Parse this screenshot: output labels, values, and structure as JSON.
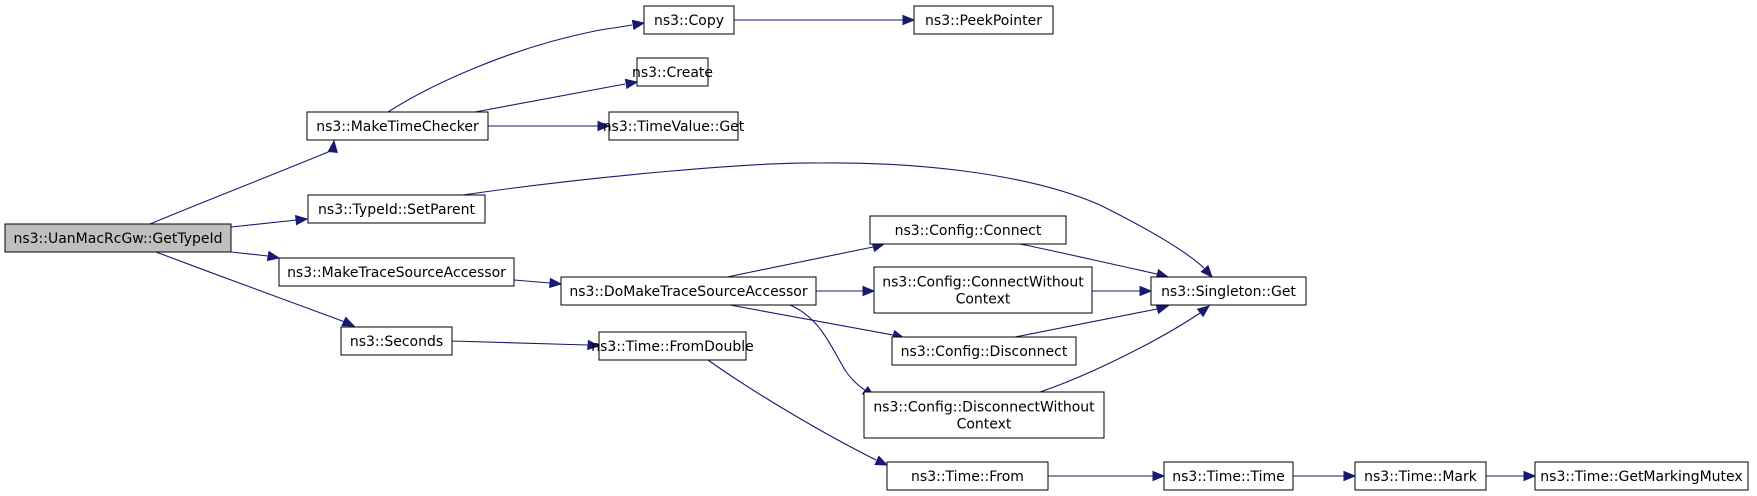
{
  "diagram": {
    "type": "call-graph",
    "nodes": [
      {
        "id": "n0",
        "lines": [
          "ns3::UanMacRcGw::GetTypeId"
        ],
        "root": true
      },
      {
        "id": "n1",
        "lines": [
          "ns3::MakeTimeChecker"
        ]
      },
      {
        "id": "n2",
        "lines": [
          "ns3::TypeId::SetParent"
        ]
      },
      {
        "id": "n3",
        "lines": [
          "ns3::MakeTraceSourceAccessor"
        ]
      },
      {
        "id": "n4",
        "lines": [
          "ns3::Seconds"
        ]
      },
      {
        "id": "n5",
        "lines": [
          "ns3::Copy"
        ]
      },
      {
        "id": "n6",
        "lines": [
          "ns3::Create"
        ]
      },
      {
        "id": "n7",
        "lines": [
          "ns3::TimeValue::Get"
        ]
      },
      {
        "id": "n8",
        "lines": [
          "ns3::PeekPointer"
        ]
      },
      {
        "id": "n9",
        "lines": [
          "ns3::Singleton::Get"
        ]
      },
      {
        "id": "n10",
        "lines": [
          "ns3::DoMakeTraceSourceAccessor"
        ]
      },
      {
        "id": "n11",
        "lines": [
          "ns3::Config::Connect"
        ]
      },
      {
        "id": "n12",
        "lines": [
          "ns3::Config::ConnectWithout",
          "Context"
        ]
      },
      {
        "id": "n13",
        "lines": [
          "ns3::Config::Disconnect"
        ]
      },
      {
        "id": "n14",
        "lines": [
          "ns3::Config::DisconnectWithout",
          "Context"
        ]
      },
      {
        "id": "n15",
        "lines": [
          "ns3::Time::FromDouble"
        ]
      },
      {
        "id": "n16",
        "lines": [
          "ns3::Time::From"
        ]
      },
      {
        "id": "n17",
        "lines": [
          "ns3::Time::Time"
        ]
      },
      {
        "id": "n18",
        "lines": [
          "ns3::Time::Mark"
        ]
      },
      {
        "id": "n19",
        "lines": [
          "ns3::Time::GetMarkingMutex"
        ]
      }
    ],
    "edges": [
      {
        "from": "n0",
        "to": "n1"
      },
      {
        "from": "n0",
        "to": "n2"
      },
      {
        "from": "n0",
        "to": "n3"
      },
      {
        "from": "n0",
        "to": "n4"
      },
      {
        "from": "n1",
        "to": "n5"
      },
      {
        "from": "n1",
        "to": "n6"
      },
      {
        "from": "n1",
        "to": "n7"
      },
      {
        "from": "n5",
        "to": "n8"
      },
      {
        "from": "n2",
        "to": "n9"
      },
      {
        "from": "n3",
        "to": "n10"
      },
      {
        "from": "n10",
        "to": "n11"
      },
      {
        "from": "n10",
        "to": "n12"
      },
      {
        "from": "n10",
        "to": "n13"
      },
      {
        "from": "n10",
        "to": "n14"
      },
      {
        "from": "n11",
        "to": "n9"
      },
      {
        "from": "n12",
        "to": "n9"
      },
      {
        "from": "n13",
        "to": "n9"
      },
      {
        "from": "n14",
        "to": "n9"
      },
      {
        "from": "n4",
        "to": "n15"
      },
      {
        "from": "n15",
        "to": "n16"
      },
      {
        "from": "n16",
        "to": "n17"
      },
      {
        "from": "n17",
        "to": "n18"
      },
      {
        "from": "n18",
        "to": "n19"
      }
    ]
  }
}
